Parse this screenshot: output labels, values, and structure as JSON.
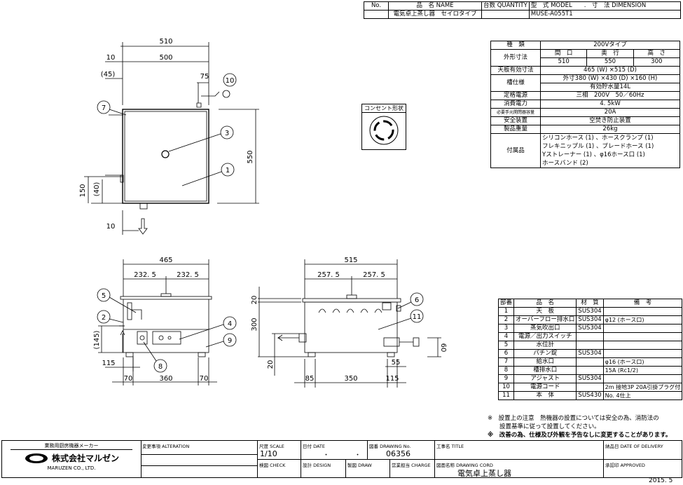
{
  "header_table": {
    "col_no": "No.",
    "col_name": "品　名 NAME",
    "col_qty": "台数 QUANTITY",
    "col_model": "型　式 MODEL　　.　寸　法 DIMENSION",
    "name_value": "電気卓上蒸し器　セイロタイプ",
    "model_value": "MUSE-A055T1"
  },
  "spec_table": {
    "rows": [
      {
        "label": "種　類",
        "value": "200Vタイプ"
      },
      {
        "label": "外形寸法",
        "sub_headers": [
          "間　口",
          "奥　行",
          "高　さ"
        ],
        "sub_values": [
          "510",
          "550",
          "300"
        ]
      },
      {
        "label": "天板有効寸法",
        "value": "465 (W) ×515 (D)"
      },
      {
        "label": "槽仕様",
        "value": "外寸380 (W) ×430 (D) ×160 (H)",
        "value2": "有効貯水量14L"
      },
      {
        "label": "定格電源",
        "value": "三相　200V　50／60Hz"
      },
      {
        "label": "消費電力",
        "value": "4. 5kW"
      },
      {
        "label": "必要手元開閉器容量",
        "value": "20A"
      },
      {
        "label": "安全装置",
        "value": "空焚き防止装置"
      },
      {
        "label": "製品重量",
        "value": "26kg"
      },
      {
        "label": "付属品",
        "lines": [
          "シリコンホース (1) 、ホースクランプ (1)",
          "フレキニップル (1) 、ブレードホース (1)",
          "Yストレーナー (1) 、φ16ホース口 (1)",
          "ホースバンド (2)"
        ]
      }
    ]
  },
  "outlet_box": {
    "title": "コンセント形状"
  },
  "parts_table": {
    "headers": [
      "部番",
      "品　名",
      "材　質",
      "備　考"
    ],
    "rows": [
      [
        "1",
        "天　板",
        "SUS304",
        ""
      ],
      [
        "2",
        "オーバーフロー排水口",
        "SUS304",
        "φ12 (ホース口)"
      ],
      [
        "3",
        "蒸気吹出口",
        "SUS304",
        ""
      ],
      [
        "4",
        "電源／出力スイッチ",
        "",
        ""
      ],
      [
        "5",
        "水位計",
        "",
        ""
      ],
      [
        "6",
        "パチン錠",
        "SUS304",
        ""
      ],
      [
        "7",
        "給水口",
        "",
        "φ16 (ホース口)"
      ],
      [
        "8",
        "槽排水口",
        "",
        "15A (Rc1/2)"
      ],
      [
        "9",
        "アジャスト",
        "SUS304",
        ""
      ],
      [
        "10",
        "電源コード",
        "",
        "2m 接地3P 20A引掛プラグ付"
      ],
      [
        "11",
        "本　体",
        "SUS430",
        "No. 4仕上"
      ]
    ]
  },
  "notes": [
    "※　設置上の注意　熱機器の設置については安全の為、消防法の",
    "設置基準に従って設置してください。",
    "※　改善の為、仕様及び外観を予告なしに変更することがあります。"
  ],
  "title_block": {
    "maker_note": "業務用厨房機器メーカー",
    "company": "株式会社マルゼン",
    "company_en": "MARUZEN CO., LTD.",
    "alteration": "変更事項 ALTERATION",
    "scale_label": "尺度 SCALE",
    "scale_value": "1/10",
    "date_label": "日付 DATE",
    "date_value": "・　　　　・",
    "drawing_no_label": "図番 DRAWING No.",
    "drawing_no_value": "06356",
    "title_label": "工事名 TITLE",
    "delivery_label": "納品日 DATE OF DELIVERY",
    "check_label": "検図 CHECK",
    "design_label": "設計 DESIGN",
    "draw_label": "製図 DRAW",
    "charge_label": "営業担当 CHARGE",
    "drawing_cord_label": "図面名称 DRAWING CORD",
    "drawing_name": "電気卓上蒸し器",
    "approved_label": "承認印 APPROVED",
    "year": "2015. 5"
  },
  "drawing_labels": {
    "top_view": {
      "w510": "510",
      "w500": "500",
      "d10": "10",
      "d45": "(45)",
      "d75": "75",
      "d550": "550",
      "d150": "150",
      "d40": "(40)",
      "d10b": "10"
    },
    "front_view": {
      "w465": "465",
      "h1": "232. 5",
      "h2": "232. 5",
      "d145": "(145)",
      "d115": "115",
      "d70a": "70",
      "d360": "360",
      "d70b": "70"
    },
    "side_view": {
      "w515": "515",
      "h1": "257. 5",
      "h2": "257. 5",
      "d20": "20",
      "d300": "300",
      "d20b": "20",
      "d85": "85",
      "d350": "350",
      "d115": "115",
      "d55": "55",
      "d60": "60"
    },
    "callouts": [
      "1",
      "2",
      "3",
      "4",
      "5",
      "6",
      "7",
      "8",
      "9",
      "10",
      "11"
    ]
  }
}
